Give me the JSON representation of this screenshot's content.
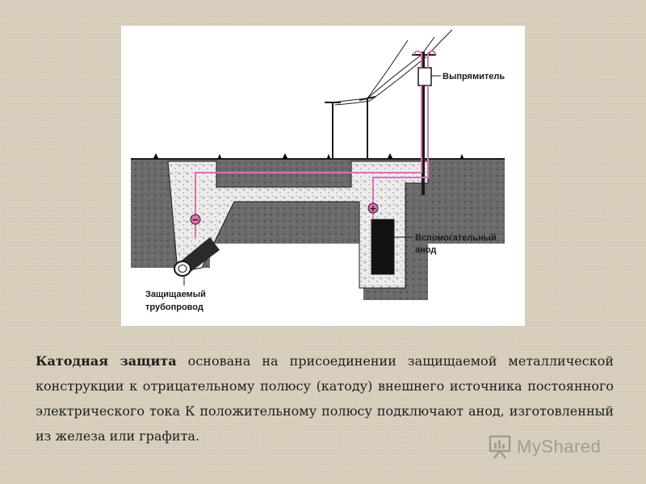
{
  "diagram": {
    "labels": {
      "rectifier": "Выпрямитель",
      "anode_line1": "Вспомогательный",
      "anode_line2": "анод",
      "pipe_line1": "Защищаемый",
      "pipe_line2": "трубопровод"
    },
    "symbols": {
      "negative": "−",
      "positive": "+"
    },
    "colors": {
      "wire": "#e070b0",
      "ink": "#1a1a1a",
      "soil": "#6b6b6b"
    }
  },
  "caption": {
    "term": "Катодная защита",
    "text": " основана на присоединении защищаемой металлической конструкции к отрицательному полюсу (катоду) внешнего источника постоянного электрического тока К положительному полюсу подключают анод, изготовленный из железа или графита."
  },
  "watermark": {
    "text": "MyShared",
    "icon": "presentation-board-icon"
  }
}
